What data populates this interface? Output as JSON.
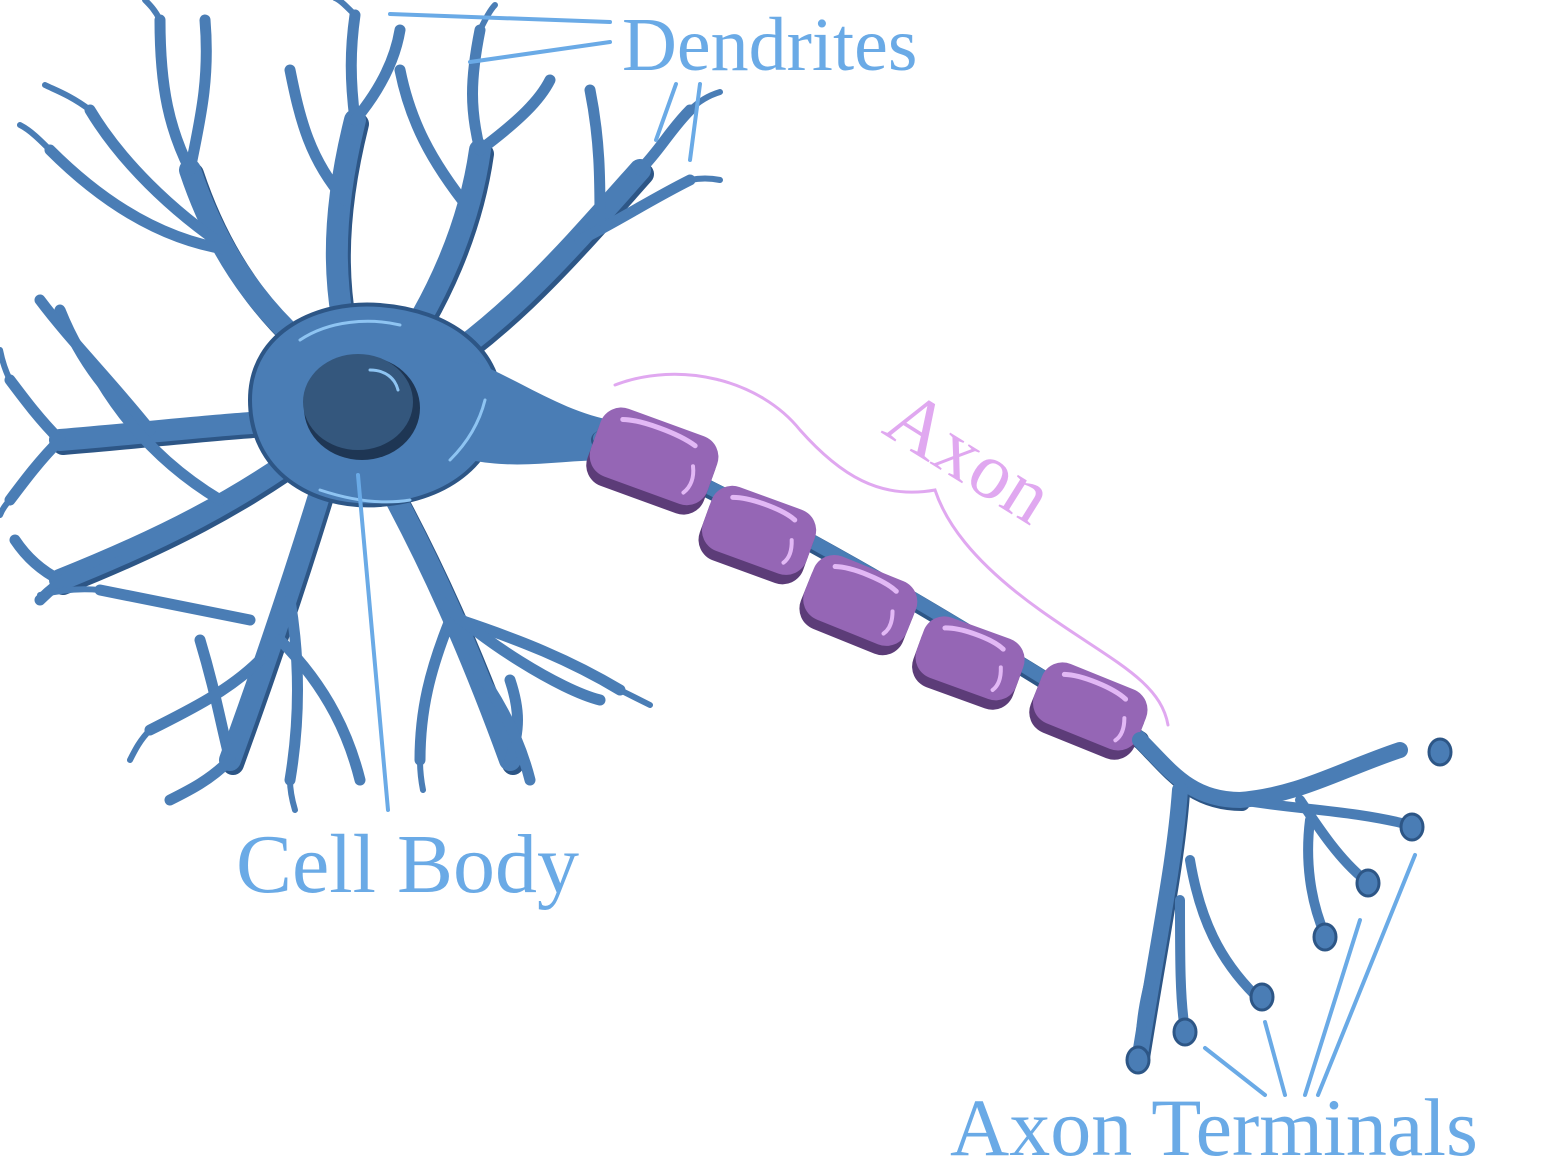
{
  "labels": {
    "dendrites": "Dendrites",
    "cell_body": "Cell Body",
    "axon": "Axon",
    "axon_terminals": "Axon Terminals"
  },
  "colors": {
    "neuron": "#4a7db5",
    "neuron_shadow": "#2d5686",
    "nucleus": "#34577d",
    "myelin": "#9566b5",
    "myelin_shadow": "#5c3c78",
    "myelin_highlight": "#e2b8f5",
    "label_blue": "#6aaae6",
    "label_pink": "#e0a8f0"
  },
  "icons": {
    "nucleus": "nucleus-icon",
    "myelin": "myelin-sheath-icon"
  }
}
